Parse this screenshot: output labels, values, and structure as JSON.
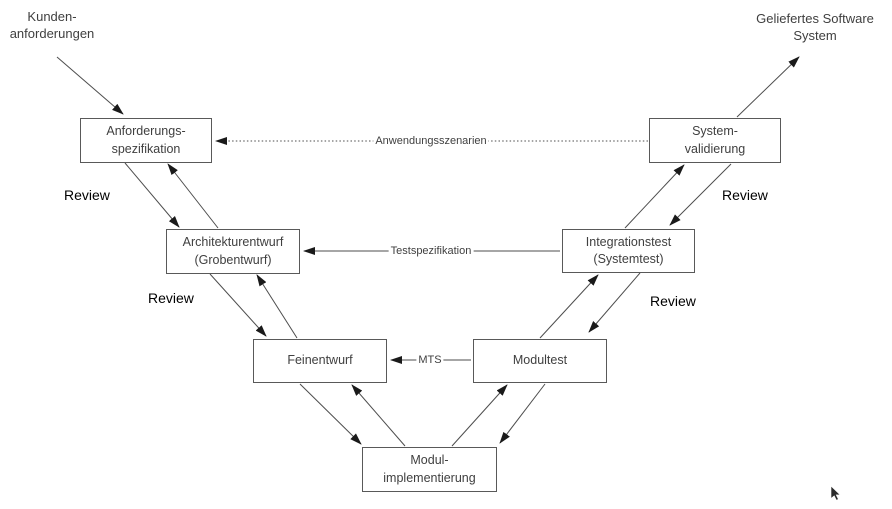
{
  "diagram": {
    "type": "v-model-software-development",
    "colors": {
      "line": "#4d4d4d",
      "arrowhead": "#1a1a1a",
      "box_border": "#595959",
      "box_text": "#404040",
      "connector_label_text": "#3f3f3f",
      "review_text": "#000000",
      "background": "#ffffff"
    },
    "external_labels": {
      "input": "Kunden-\nanforderungen",
      "output": "Geliefertes Software\nSystem"
    },
    "boxes": [
      {
        "id": "anforderungsspezifikation",
        "label": "Anforderungs-\nspezifikation"
      },
      {
        "id": "architekturentwurf",
        "label": "Architekturentwurf\n(Grobentwurf)"
      },
      {
        "id": "feinentwurf",
        "label": "Feinentwurf"
      },
      {
        "id": "modulimplementierung",
        "label": "Modul-\nimplementierung"
      },
      {
        "id": "modultest",
        "label": "Modultest"
      },
      {
        "id": "integrationstest",
        "label": "Integrationstest\n(Systemtest)"
      },
      {
        "id": "systemvalidierung",
        "label": "System-\nvalidierung"
      }
    ],
    "connector_labels": {
      "anwendungsszenarien": "Anwendungsszenarien",
      "testspezifikation": "Testspezifikation",
      "mts": "MTS"
    },
    "review_label": "Review"
  }
}
